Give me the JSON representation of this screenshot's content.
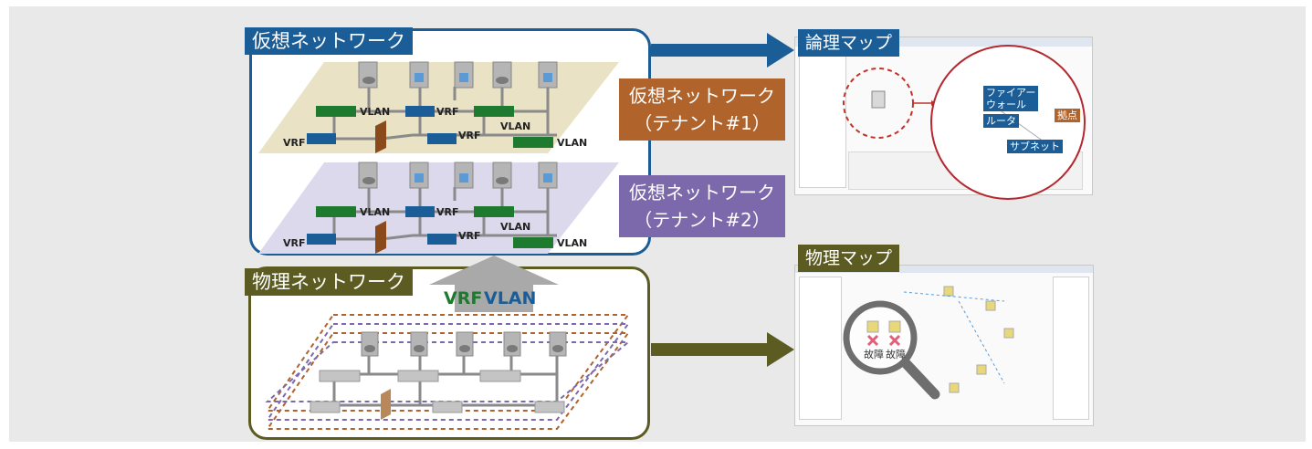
{
  "virtual_network": {
    "title": "仮想ネットワーク"
  },
  "physical_network": {
    "title": "物理ネットワーク"
  },
  "tenant1": {
    "line1": "仮想ネットワーク",
    "line2": "（テナント#1）"
  },
  "tenant2": {
    "line1": "仮想ネットワーク",
    "line2": "（テナント#2）"
  },
  "upward_arrow": {
    "vrf": "VRF",
    "vlan": "VLAN"
  },
  "labels": {
    "vrf": "VRF",
    "vlan": "VLAN"
  },
  "logical_map": {
    "title": "論理マップ",
    "firewall_line1": "ファイアー",
    "firewall_line2": "ウォール",
    "router": "ルータ",
    "site": "拠点",
    "subnet": "サブネット"
  },
  "physical_map": {
    "title": "物理マップ",
    "fault1": "故障",
    "fault2": "故障"
  },
  "colors": {
    "virtual_blue": "#1b5d97",
    "physical_olive": "#5b5b22",
    "tenant1_brown": "#b0632a",
    "tenant2_purple": "#7c69ac",
    "vlan_green": "#1e7a2e",
    "fault_red": "#e0607a"
  }
}
